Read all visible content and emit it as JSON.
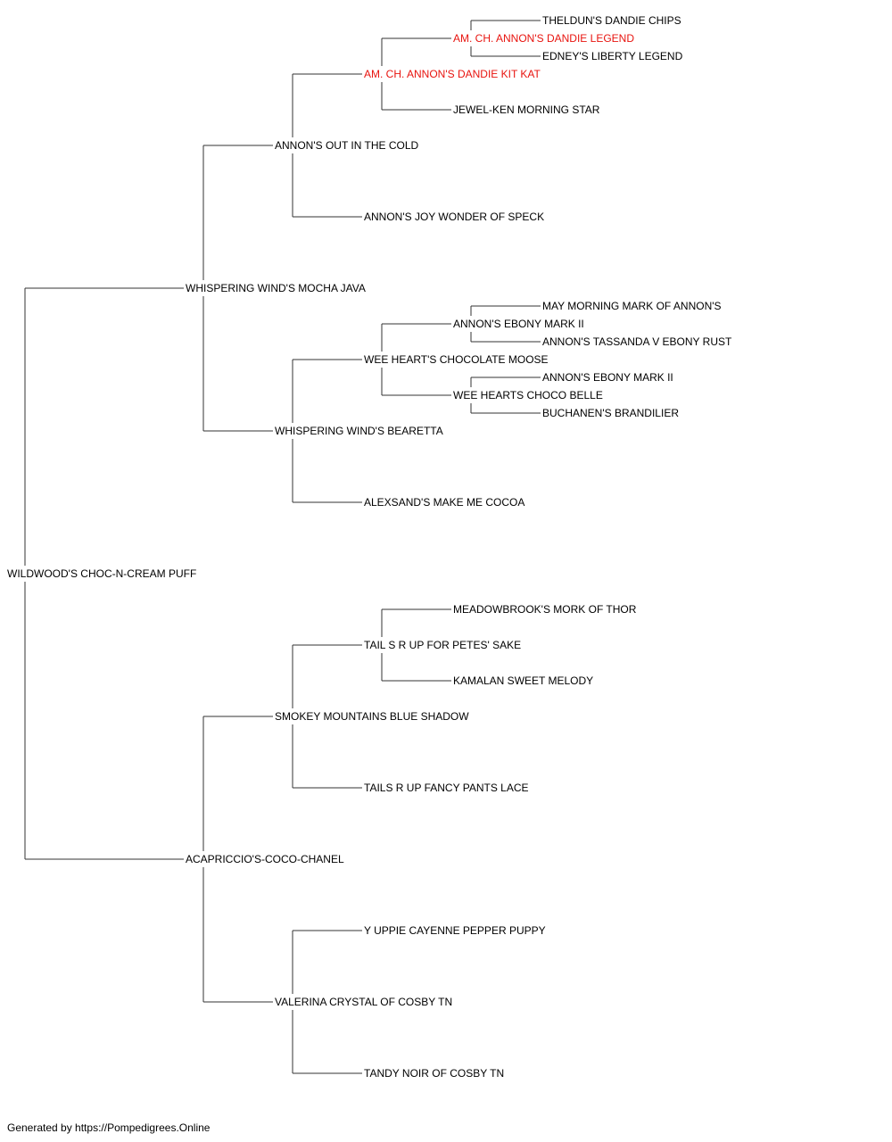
{
  "pedigree": {
    "subject": {
      "name": "WILDWOOD'S CHOC-N-CREAM PUFF",
      "champion": false
    },
    "sire": {
      "name": "WHISPERING WIND'S MOCHA JAVA",
      "champion": false,
      "sire": {
        "name": "ANNON'S OUT IN THE COLD",
        "champion": false,
        "sire": {
          "name": "AM. CH. ANNON'S DANDIE KIT KAT",
          "champion": true,
          "sire": {
            "name": "AM. CH. ANNON'S DANDIE LEGEND",
            "champion": true,
            "sire": {
              "name": "THELDUN'S DANDIE CHIPS",
              "champion": false
            },
            "dam": {
              "name": "EDNEY'S LIBERTY LEGEND",
              "champion": false
            }
          },
          "dam": {
            "name": "JEWEL-KEN MORNING STAR",
            "champion": false
          }
        },
        "dam": {
          "name": "ANNON'S JOY WONDER OF SPECK",
          "champion": false
        }
      },
      "dam": {
        "name": "WHISPERING WIND'S BEARETTA",
        "champion": false,
        "sire": {
          "name": "WEE HEART'S CHOCOLATE MOOSE",
          "champion": false,
          "sire": {
            "name": "ANNON'S EBONY MARK II",
            "champion": false,
            "sire": {
              "name": "MAY MORNING MARK OF ANNON'S",
              "champion": false
            },
            "dam": {
              "name": "ANNON'S TASSANDA V EBONY RUST",
              "champion": false
            }
          },
          "dam": {
            "name": "WEE HEARTS CHOCO BELLE",
            "champion": false,
            "sire": {
              "name": "ANNON'S EBONY MARK II",
              "champion": false
            },
            "dam": {
              "name": "BUCHANEN'S BRANDILIER",
              "champion": false
            }
          }
        },
        "dam": {
          "name": "ALEXSAND'S MAKE ME COCOA",
          "champion": false
        }
      }
    },
    "dam": {
      "name": "ACAPRICCIO'S-COCO-CHANEL",
      "champion": false,
      "sire": {
        "name": "SMOKEY MOUNTAINS BLUE SHADOW",
        "champion": false,
        "sire": {
          "name": "TAIL S R UP FOR PETES' SAKE",
          "champion": false,
          "sire": {
            "name": "MEADOWBROOK'S MORK OF THOR",
            "champion": false
          },
          "dam": {
            "name": "KAMALAN SWEET MELODY",
            "champion": false
          }
        },
        "dam": {
          "name": "TAILS R UP FANCY PANTS LACE",
          "champion": false
        }
      },
      "dam": {
        "name": "VALERINA CRYSTAL OF COSBY TN",
        "champion": false,
        "sire": {
          "name": "Y UPPIE CAYENNE PEPPER PUPPY",
          "champion": false
        },
        "dam": {
          "name": "TANDY NOIR OF COSBY TN",
          "champion": false
        }
      }
    }
  },
  "colors": {
    "champion": "#e8140f",
    "text": "#000000",
    "connector": "#333333"
  },
  "footer": {
    "text": "Generated by https://Pompedigrees.Online"
  }
}
